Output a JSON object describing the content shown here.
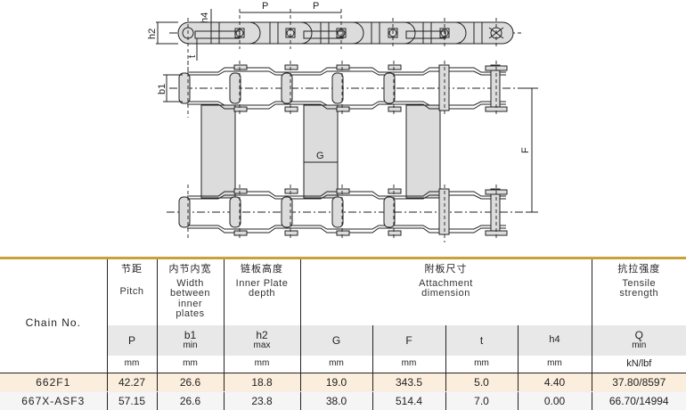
{
  "drawing": {
    "labels": {
      "pitch": "P",
      "h2": "h2",
      "h4": "h4",
      "t": "t",
      "b1": "b1",
      "G": "G",
      "F": "F"
    },
    "colors": {
      "fill": "#dcdcdc",
      "line": "#222222"
    }
  },
  "table": {
    "accent_color": "#c9a03a",
    "chain_no_header": "Chain No.",
    "columns": [
      {
        "zh": "节距",
        "en": "Pitch",
        "symbol": "P",
        "qualifier": "",
        "unit": "mm"
      },
      {
        "zh": "内节内宽",
        "en": "Width between inner plates",
        "symbol": "b1",
        "qualifier": "min",
        "unit": "mm"
      },
      {
        "zh": "链板高度",
        "en": "Inner Plate depth",
        "symbol": "h2",
        "qualifier": "max",
        "unit": "mm"
      },
      {
        "zh": "",
        "en": "",
        "symbol": "G",
        "qualifier": "",
        "unit": "mm"
      },
      {
        "zh": "",
        "en": "",
        "symbol": "F",
        "qualifier": "",
        "unit": "mm"
      },
      {
        "zh": "",
        "en": "",
        "symbol": "t",
        "qualifier": "",
        "unit": "mm"
      },
      {
        "zh": "",
        "en": "",
        "symbol": "h4",
        "qualifier": "",
        "unit": "mm"
      },
      {
        "zh": "抗拉强度",
        "en": "Tensile strength",
        "symbol": "Q",
        "qualifier": "min",
        "unit": "kN/lbf"
      }
    ],
    "attachment_group": {
      "zh": "附板尺寸",
      "en": "Attachment dimension"
    },
    "rows": [
      {
        "chain_no": "662F1",
        "values": [
          "42.27",
          "26.6",
          "18.8",
          "19.0",
          "343.5",
          "5.0",
          "4.40",
          "37.80/8597"
        ]
      },
      {
        "chain_no": "667X-ASF3",
        "values": [
          "57.15",
          "26.6",
          "23.8",
          "38.0",
          "514.4",
          "7.0",
          "0.00",
          "66.70/14994"
        ]
      }
    ]
  }
}
